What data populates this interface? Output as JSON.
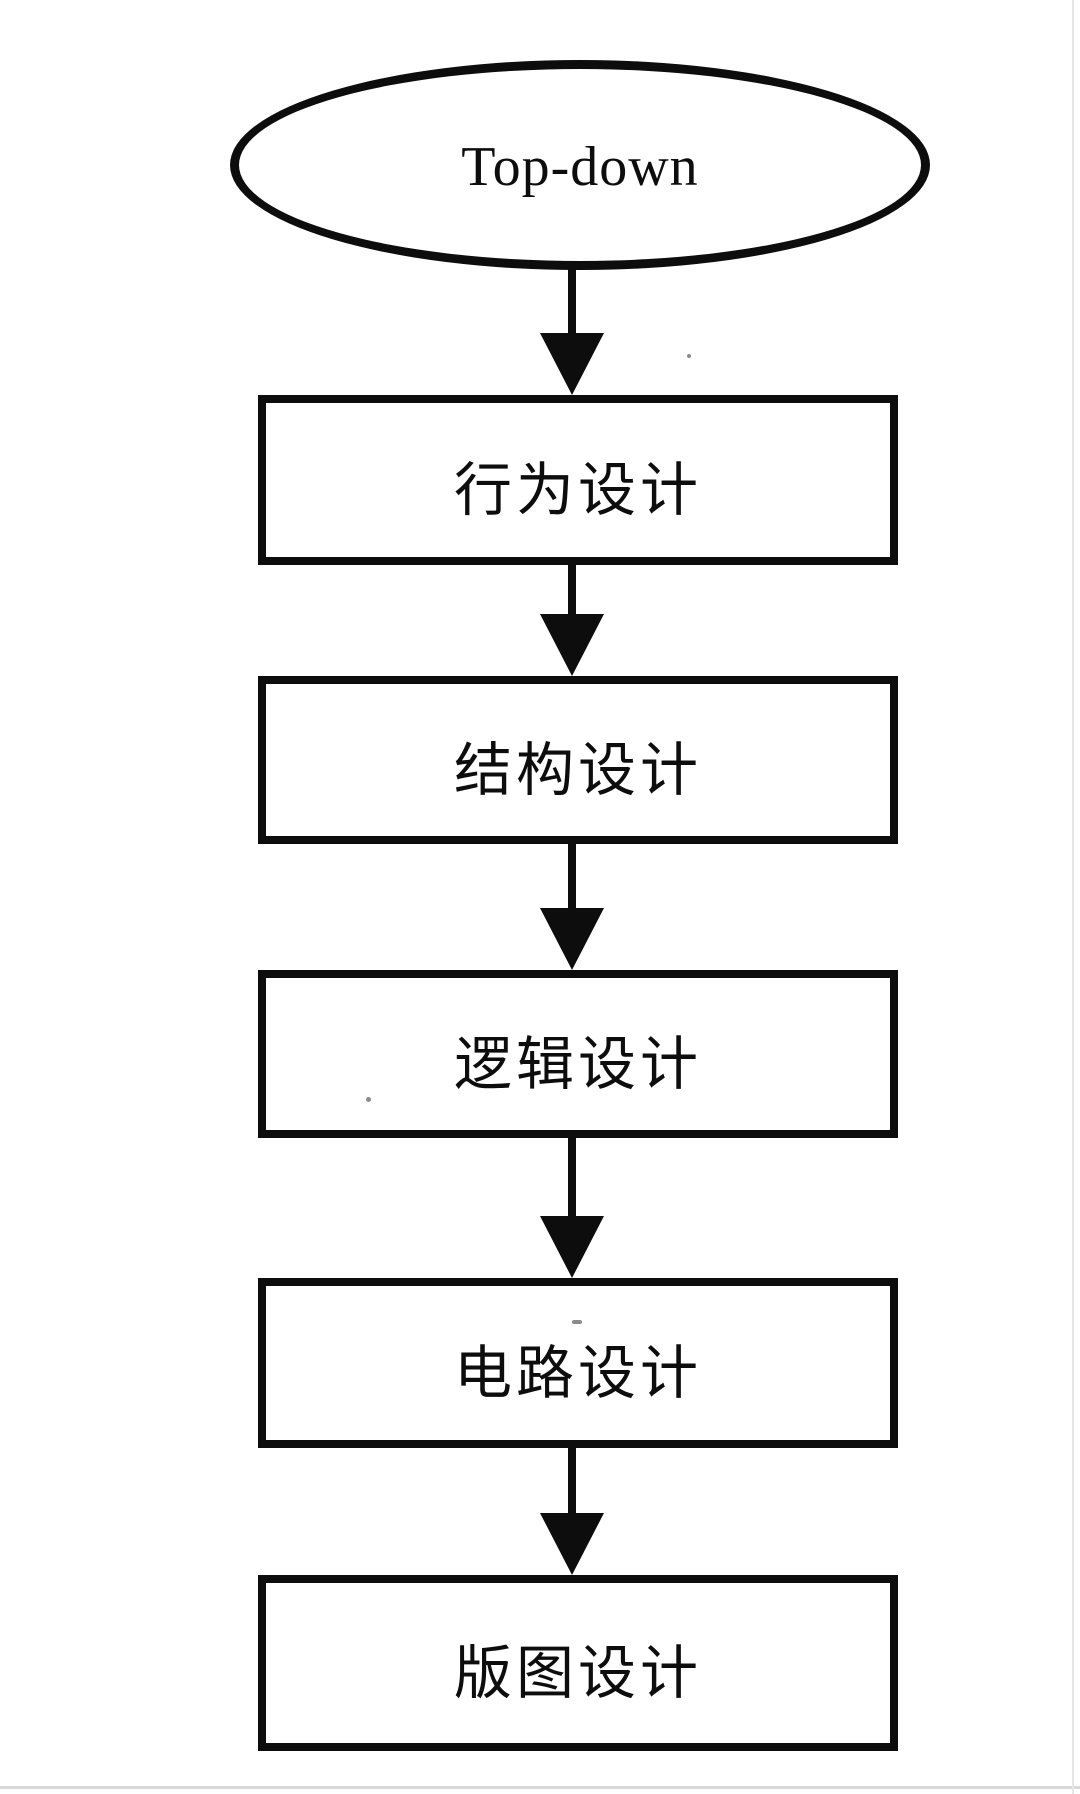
{
  "colors": {
    "ink": "#0d0d0d",
    "paper": "#ffffff",
    "scan_edge": "#d9d9d9"
  },
  "flowchart": {
    "type": "top-down-flow",
    "start": {
      "label": "Top-down",
      "shape": "ellipse"
    },
    "steps": [
      {
        "label": "行为设计",
        "shape": "rectangle"
      },
      {
        "label": "结构设计",
        "shape": "rectangle"
      },
      {
        "label": "逻辑设计",
        "shape": "rectangle"
      },
      {
        "label": "电路设计",
        "shape": "rectangle"
      },
      {
        "label": "版图设计",
        "shape": "rectangle"
      }
    ],
    "connector": "down-arrow"
  }
}
